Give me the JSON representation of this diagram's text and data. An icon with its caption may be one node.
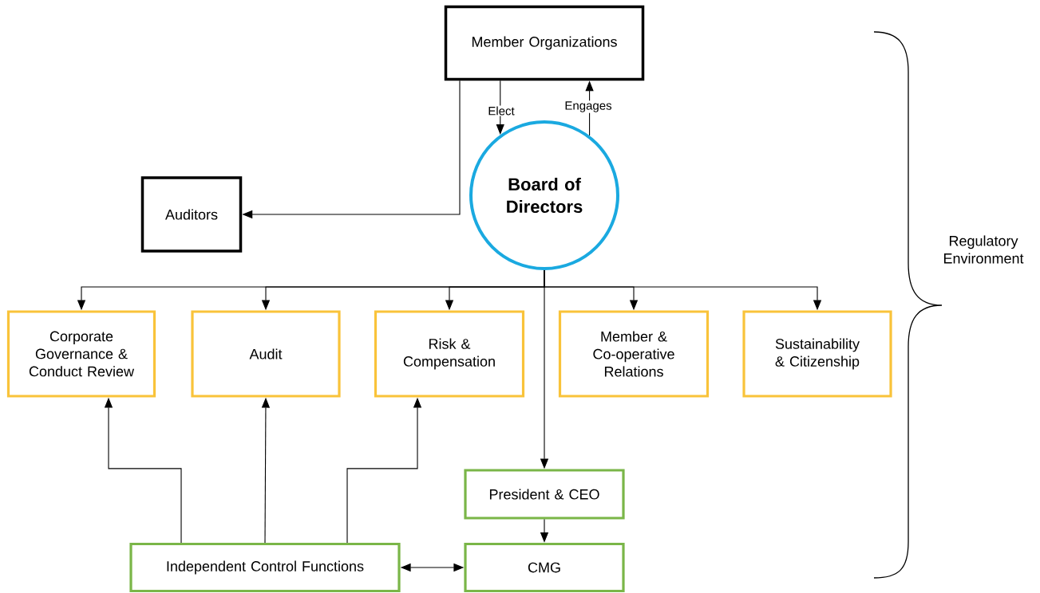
{
  "diagram": {
    "nodes": [
      {
        "text": [
          "Member Organizations"
        ]
      },
      {
        "text": [
          "Board of Directors"
        ]
      },
      {
        "text": [
          "Auditors"
        ]
      },
      {
        "text": [
          "Corporate Governance & Conduct Review"
        ]
      },
      {
        "text": [
          "Audit"
        ]
      },
      {
        "text": [
          "Risk & Compensation"
        ]
      },
      {
        "text": [
          "Member & Co-operative Relations"
        ]
      },
      {
        "text": [
          "Sustainability & Citizenship"
        ]
      },
      {
        "text": [
          "President & CEO"
        ]
      },
      {
        "text": [
          "Independent Control Functions"
        ]
      },
      {
        "text": [
          "CMG"
        ]
      }
    ],
    "edges": [
      {
        "from": 0,
        "to": 1,
        "arrow": "to",
        "label": "Elect"
      },
      {
        "from": 1,
        "to": 0,
        "arrow": "to",
        "label": "Engages"
      },
      {
        "from": 0,
        "to": 2,
        "arrow": "to"
      },
      {
        "from": 1,
        "to": 3,
        "arrow": "to"
      },
      {
        "from": 1,
        "to": 4,
        "arrow": "to"
      },
      {
        "from": 1,
        "to": 5,
        "arrow": "to"
      },
      {
        "from": 1,
        "to": 6,
        "arrow": "to"
      },
      {
        "from": 1,
        "to": 7,
        "arrow": "to"
      },
      {
        "from": 1,
        "to": 8,
        "arrow": "to"
      },
      {
        "from": 8,
        "to": 10,
        "arrow": "to"
      },
      {
        "from": 9,
        "to": 10,
        "arrow": "both"
      },
      {
        "from": 9,
        "to": 3,
        "arrow": "to"
      },
      {
        "from": 9,
        "to": 4,
        "arrow": "to"
      },
      {
        "from": 9,
        "to": 5,
        "arrow": "to"
      }
    ],
    "labels": [
      "Regulatory Environment"
    ]
  }
}
